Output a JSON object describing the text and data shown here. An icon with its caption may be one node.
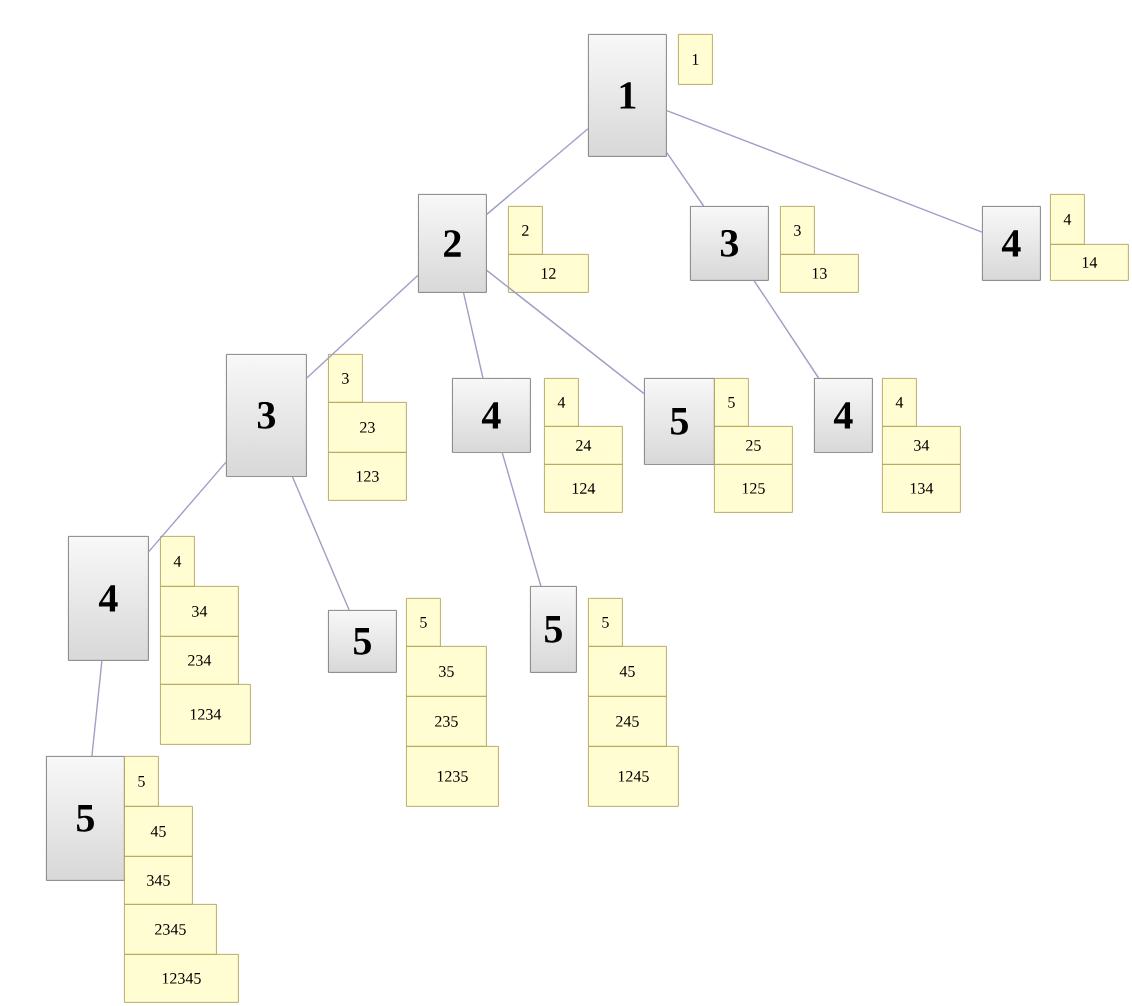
{
  "diagram": {
    "nodes": [
      {
        "text": [
          "1"
        ]
      },
      {
        "text": [
          "1"
        ]
      },
      {
        "text": [
          "2"
        ]
      },
      {
        "text": [
          "2"
        ]
      },
      {
        "text": [
          "12"
        ]
      },
      {
        "text": [
          "3"
        ]
      },
      {
        "text": [
          "3"
        ]
      },
      {
        "text": [
          "13"
        ]
      },
      {
        "text": [
          "4"
        ]
      },
      {
        "text": [
          "4"
        ]
      },
      {
        "text": [
          "14"
        ]
      },
      {
        "text": [
          "3"
        ]
      },
      {
        "text": [
          "3"
        ]
      },
      {
        "text": [
          "23"
        ]
      },
      {
        "text": [
          "123"
        ]
      },
      {
        "text": [
          "4"
        ]
      },
      {
        "text": [
          "4"
        ]
      },
      {
        "text": [
          "24"
        ]
      },
      {
        "text": [
          "124"
        ]
      },
      {
        "text": [
          "5"
        ]
      },
      {
        "text": [
          "5"
        ]
      },
      {
        "text": [
          "25"
        ]
      },
      {
        "text": [
          "125"
        ]
      },
      {
        "text": [
          "4"
        ]
      },
      {
        "text": [
          "4"
        ]
      },
      {
        "text": [
          "34"
        ]
      },
      {
        "text": [
          "134"
        ]
      },
      {
        "text": [
          "4"
        ]
      },
      {
        "text": [
          "4"
        ]
      },
      {
        "text": [
          "34"
        ]
      },
      {
        "text": [
          "234"
        ]
      },
      {
        "text": [
          "1234"
        ]
      },
      {
        "text": [
          "5"
        ]
      },
      {
        "text": [
          "5"
        ]
      },
      {
        "text": [
          "35"
        ]
      },
      {
        "text": [
          "235"
        ]
      },
      {
        "text": [
          "1235"
        ]
      },
      {
        "text": [
          "5"
        ]
      },
      {
        "text": [
          "5"
        ]
      },
      {
        "text": [
          "45"
        ]
      },
      {
        "text": [
          "245"
        ]
      },
      {
        "text": [
          "1245"
        ]
      },
      {
        "text": [
          "5"
        ]
      },
      {
        "text": [
          "5"
        ]
      },
      {
        "text": [
          "45"
        ]
      },
      {
        "text": [
          "345"
        ]
      },
      {
        "text": [
          "2345"
        ]
      },
      {
        "text": [
          "12345"
        ]
      }
    ],
    "edges": [
      {
        "from": 0,
        "to": 2,
        "arrow": "none"
      },
      {
        "from": 0,
        "to": 5,
        "arrow": "none"
      },
      {
        "from": 0,
        "to": 8,
        "arrow": "none"
      },
      {
        "from": 2,
        "to": 11,
        "arrow": "none"
      },
      {
        "from": 2,
        "to": 15,
        "arrow": "none"
      },
      {
        "from": 2,
        "to": 19,
        "arrow": "none"
      },
      {
        "from": 5,
        "to": 23,
        "arrow": "none"
      },
      {
        "from": 11,
        "to": 27,
        "arrow": "none"
      },
      {
        "from": 11,
        "to": 32,
        "arrow": "none"
      },
      {
        "from": 15,
        "to": 37,
        "arrow": "none"
      },
      {
        "from": 27,
        "to": 42,
        "arrow": "none"
      }
    ]
  }
}
